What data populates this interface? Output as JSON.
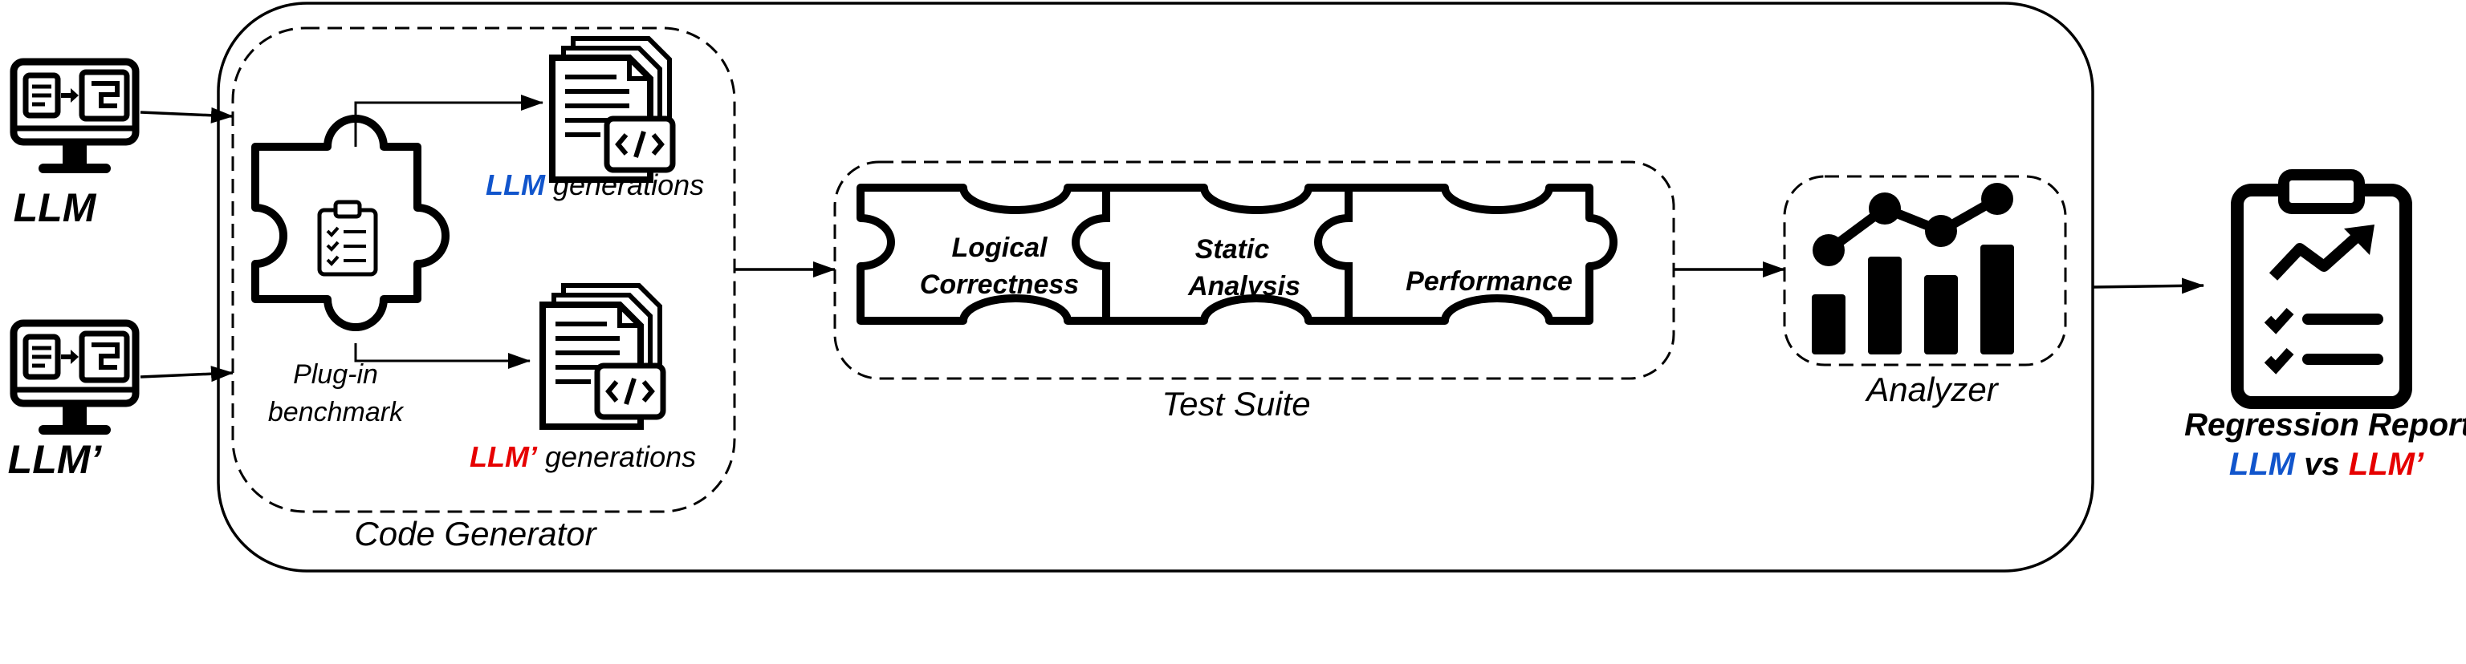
{
  "models": {
    "llm": {
      "label": "LLM",
      "color": "#1155cc"
    },
    "llm_prime": {
      "label": "LLM’",
      "color": "#e60000"
    }
  },
  "code_generator": {
    "title": "Code Generator",
    "benchmark_label_line1": "Plug-in",
    "benchmark_label_line2": "benchmark",
    "gen_llm_model": "LLM",
    "gen_llm_suffix": " generations",
    "gen_llm_prime_model": "LLM’",
    "gen_llm_prime_suffix": " generations"
  },
  "test_suite": {
    "title": "Test Suite",
    "pieces": [
      {
        "line1": "Logical",
        "line2": "Correctness"
      },
      {
        "line1": "Static",
        "line2": "Analysis"
      },
      {
        "line1": "Performance",
        "line2": ""
      }
    ]
  },
  "analyzer": {
    "title": "Analyzer"
  },
  "report": {
    "title": "Regression Report",
    "vs_left": "LLM",
    "vs_word": " vs ",
    "vs_right": "LLM’"
  },
  "icons": [
    "monitor-workflow-icon",
    "clipboard-checklist-icon",
    "code-document-icon",
    "bar-chart-trend-icon",
    "report-clipboard-icon",
    "puzzle-piece-icon"
  ]
}
